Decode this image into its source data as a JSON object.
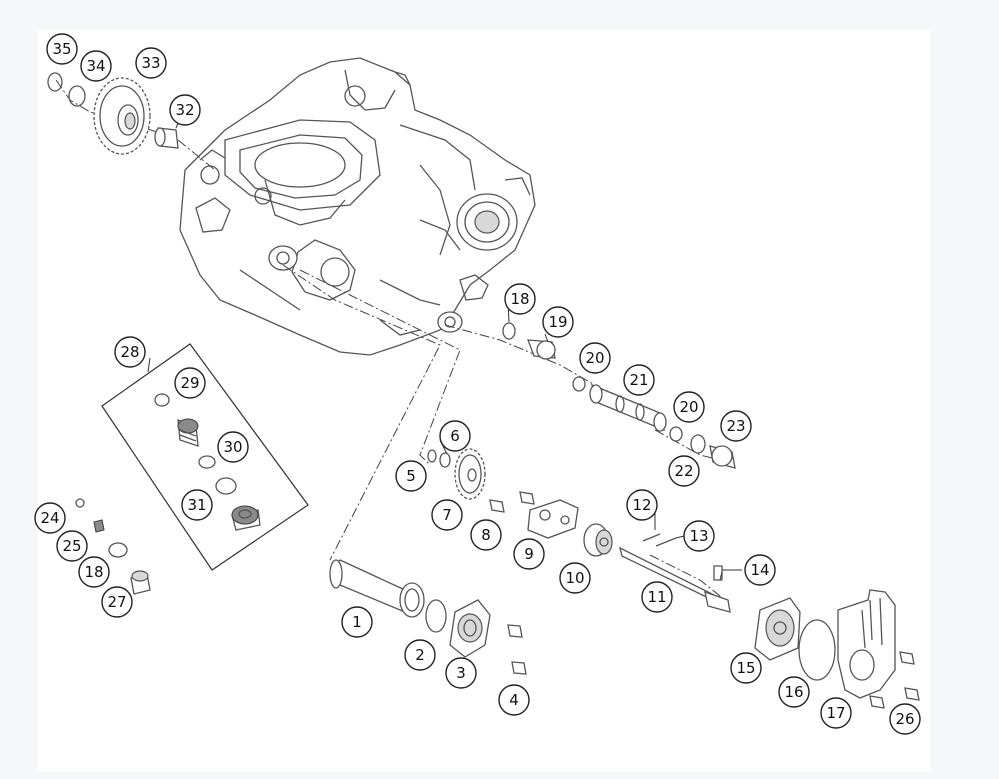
{
  "diagram": {
    "callouts": [
      {
        "n": "1"
      },
      {
        "n": "2"
      },
      {
        "n": "3"
      },
      {
        "n": "4"
      },
      {
        "n": "5"
      },
      {
        "n": "6"
      },
      {
        "n": "7"
      },
      {
        "n": "8"
      },
      {
        "n": "9"
      },
      {
        "n": "10"
      },
      {
        "n": "11"
      },
      {
        "n": "12"
      },
      {
        "n": "13"
      },
      {
        "n": "14"
      },
      {
        "n": "15"
      },
      {
        "n": "16"
      },
      {
        "n": "17"
      },
      {
        "n": "18"
      },
      {
        "n": "19"
      },
      {
        "n": "20"
      },
      {
        "n": "21"
      },
      {
        "n": "20"
      },
      {
        "n": "22"
      },
      {
        "n": "23"
      },
      {
        "n": "24"
      },
      {
        "n": "25"
      },
      {
        "n": "18"
      },
      {
        "n": "27"
      },
      {
        "n": "28"
      },
      {
        "n": "29"
      },
      {
        "n": "30"
      },
      {
        "n": "31"
      },
      {
        "n": "32"
      },
      {
        "n": "33"
      },
      {
        "n": "34"
      },
      {
        "n": "35"
      },
      {
        "n": "26"
      }
    ]
  }
}
